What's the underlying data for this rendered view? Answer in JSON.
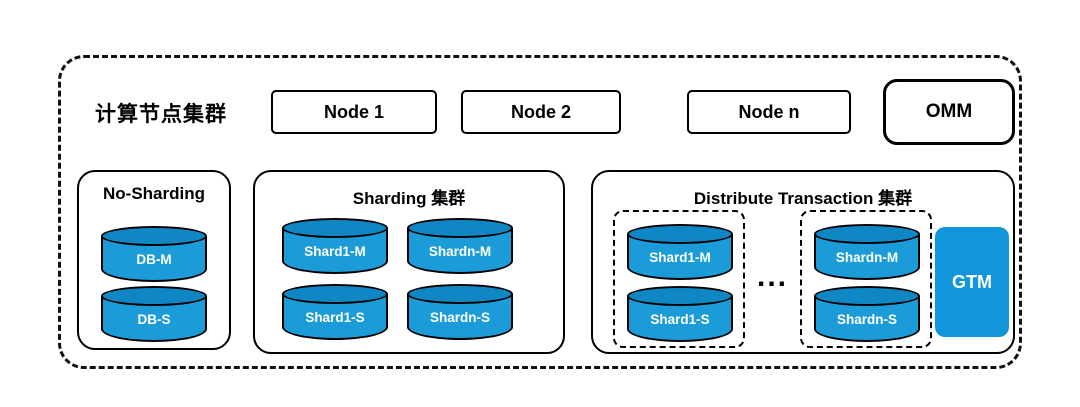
{
  "title": "计算节点集群",
  "nodes": [
    {
      "label": "Node 1"
    },
    {
      "label": "Node 2"
    },
    {
      "label": "Node n"
    }
  ],
  "omm_label": "OMM",
  "groups": {
    "no_sharding": {
      "title": "No-Sharding",
      "dbs": [
        {
          "label": "DB-M"
        },
        {
          "label": "DB-S"
        }
      ]
    },
    "sharding": {
      "title": "Sharding 集群",
      "dbs": [
        {
          "label": "Shard1-M"
        },
        {
          "label": "Shardn-M"
        },
        {
          "label": "Shard1-S"
        },
        {
          "label": "Shardn-S"
        }
      ]
    },
    "distribute": {
      "title": "Distribute Transaction 集群",
      "shard_group_1": [
        {
          "label": "Shard1-M"
        },
        {
          "label": "Shard1-S"
        }
      ],
      "shard_group_2": [
        {
          "label": "Shardn-M"
        },
        {
          "label": "Shardn-S"
        }
      ],
      "ellipsis": "...",
      "gtm_label": "GTM"
    }
  },
  "colors": {
    "cylinder_body": "#1b9cd8",
    "cylinder_top": "#0f87c5",
    "gtm_fill": "#1296db",
    "border": "#111111"
  }
}
